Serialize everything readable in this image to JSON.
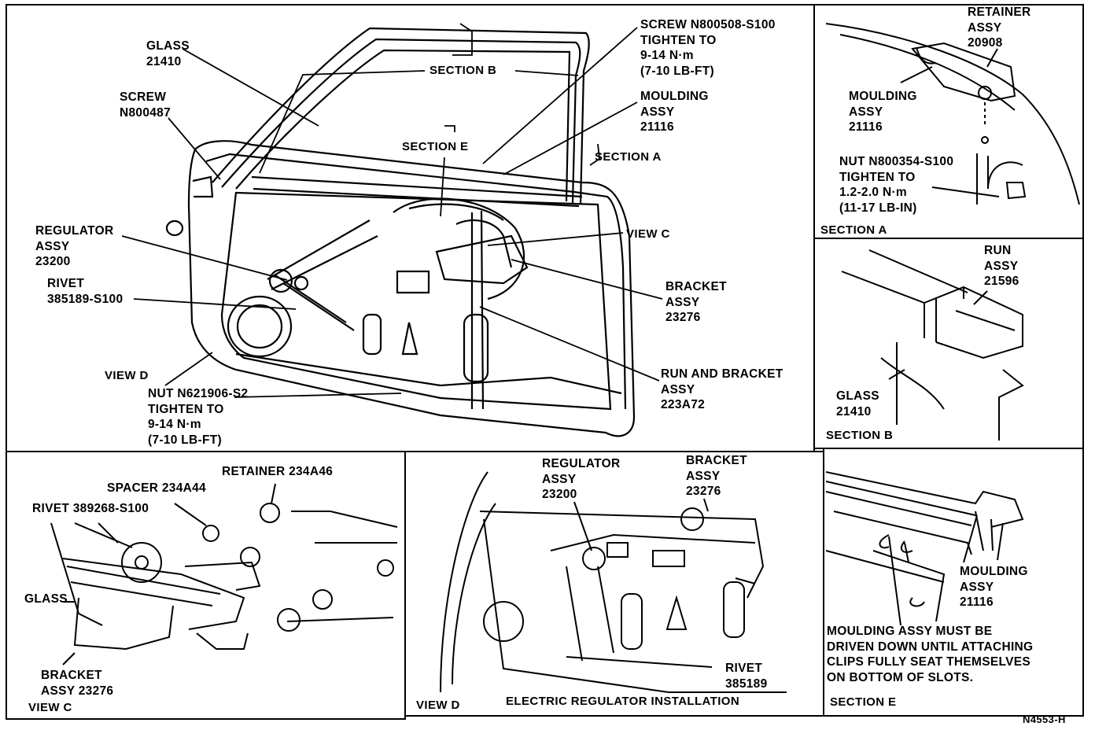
{
  "figure_id": "N4553-H",
  "main": {
    "glass": "GLASS\n21410",
    "screw_left": "SCREW\nN800487",
    "screw_top": "SCREW N800508-S100\nTIGHTEN TO\n9-14 N·m\n(7-10 LB-FT)",
    "section_b": "SECTION B",
    "moulding": "MOULDING\nASSY\n21116",
    "section_e": "SECTION E",
    "section_a": "SECTION A",
    "regulator": "REGULATOR\nASSY\n23200",
    "view_c": "VIEW C",
    "rivet": "RIVET\n385189-S100",
    "bracket": "BRACKET\nASSY\n23276",
    "view_d": "VIEW D",
    "run_bracket": "RUN AND BRACKET\nASSY\n223A72",
    "nut": "NUT N621906-S2\nTIGHTEN TO\n9-14 N·m\n(7-10 LB-FT)"
  },
  "section_a_panel": {
    "retainer": "RETAINER\nASSY\n20908",
    "moulding": "MOULDING\nASSY\n21116",
    "nut": "NUT N800354-S100\nTIGHTEN TO\n1.2-2.0 N·m\n(11-17 LB-IN)",
    "title": "SECTION A"
  },
  "section_b_panel": {
    "run": "RUN\nASSY\n21596",
    "glass": "GLASS\n21410",
    "title": "SECTION B"
  },
  "view_c_panel": {
    "retainer": "RETAINER 234A46",
    "spacer": "SPACER 234A44",
    "rivet": "RIVET 389268-S100",
    "glass": "GLASS",
    "bracket": "BRACKET\nASSY 23276",
    "title": "VIEW C"
  },
  "view_d_panel": {
    "regulator": "REGULATOR\nASSY\n23200",
    "bracket": "BRACKET\nASSY\n23276",
    "rivet": "RIVET\n385189",
    "title": "VIEW D",
    "subtitle": "ELECTRIC REGULATOR INSTALLATION"
  },
  "section_e_panel": {
    "moulding": "MOULDING\nASSY\n21116",
    "note": "MOULDING ASSY MUST BE\nDRIVEN DOWN UNTIL ATTACHING\nCLIPS FULLY SEAT THEMSELVES\nON BOTTOM OF SLOTS.",
    "title": "SECTION E"
  }
}
